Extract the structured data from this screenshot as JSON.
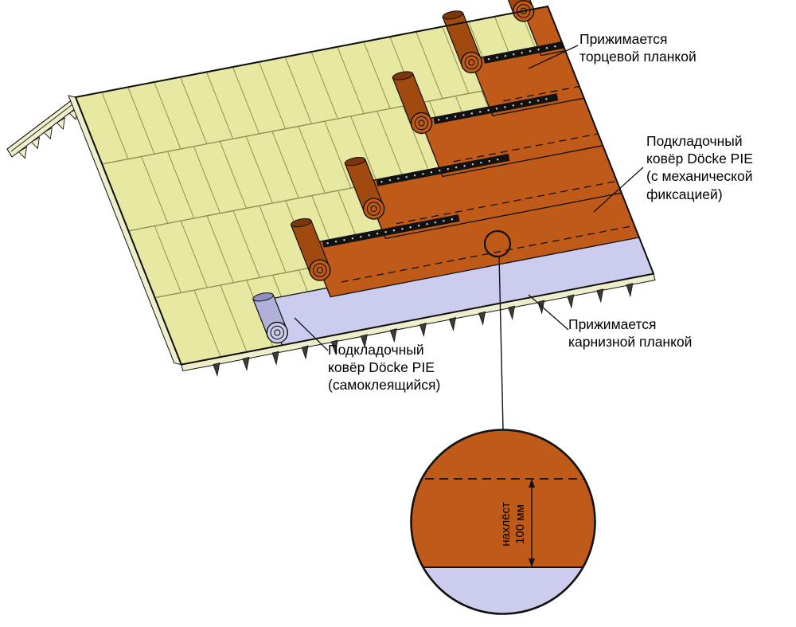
{
  "labels": {
    "gable_trim": "Прижимается\nторцевой планкой",
    "mechanical_underlay": "Подкладочный\nковёр Döcke PIE\n(с механической\nфиксацией)",
    "eaves_trim": "Прижимается\nкарнизной планкой",
    "self_adhesive_underlay": "Подкладочный\nковёр Döcke PIE\n(самоклеящийся)"
  },
  "detail": {
    "overlap_word": "нахлёст",
    "overlap_value": "100 мм"
  },
  "colors": {
    "plank": "#e7e8a2",
    "plank_line": "#8f9055",
    "underlay_mechanical": "#c05a18",
    "roll_mechanical_shade": "#a04a10",
    "underlay_self_adhesive": "#ccccee",
    "roll_self_shade": "#b0b0d8",
    "trim_wood": "#eeeecc",
    "outline": "#111111",
    "background": "#ffffff"
  }
}
